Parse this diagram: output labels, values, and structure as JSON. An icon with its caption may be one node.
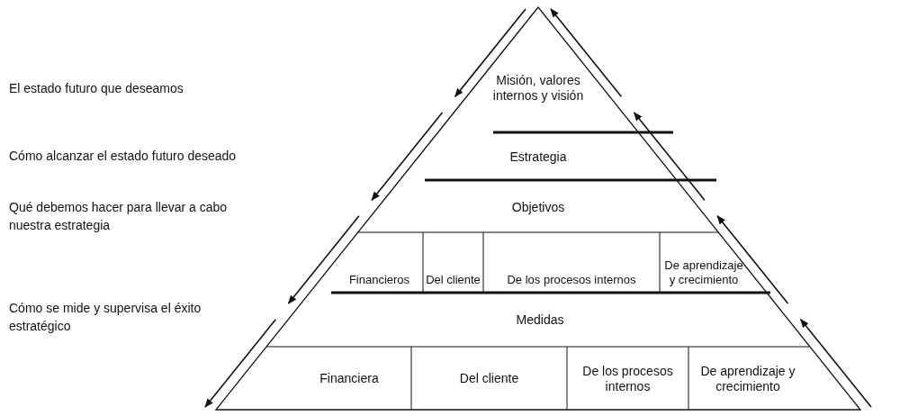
{
  "diagram": {
    "nodes": [
      {
        "text": [
          "Misión, valores internos y visión"
        ]
      },
      {
        "text": [
          "Estrategia"
        ]
      },
      {
        "text": [
          "Objetivos"
        ]
      },
      {
        "text": [
          "Financieros"
        ]
      },
      {
        "text": [
          "Del cliente"
        ]
      },
      {
        "text": [
          "De los procesos internos"
        ]
      },
      {
        "text": [
          "De aprendizaje y crecimiento"
        ]
      },
      {
        "text": [
          "Medidas"
        ]
      },
      {
        "text": [
          "Financiera"
        ]
      },
      {
        "text": [
          "Del cliente"
        ]
      },
      {
        "text": [
          "De los procesos internos"
        ]
      },
      {
        "text": [
          "De aprendizaje y crecimiento"
        ]
      }
    ],
    "edges": [],
    "labels": [
      "El estado futuro que deseamos",
      "Cómo alcanzar el estado futuro deseado",
      "Qué debemos hacer para llevar a cabo nuestra estrategia",
      "Cómo se mide y supervisa el éxito estratégico"
    ]
  }
}
